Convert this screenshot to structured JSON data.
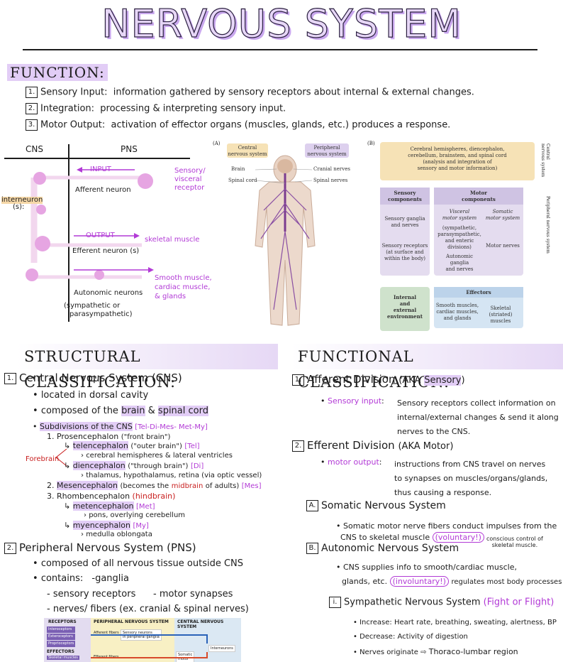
{
  "title": "NERVOUS SYSTEM",
  "function": {
    "heading": "FUNCTION:",
    "items": [
      {
        "num": "1.",
        "term": "Sensory Input",
        "desc": "information gathered by sensory receptors about internal & external changes."
      },
      {
        "num": "2.",
        "term": "Integration",
        "desc": "processing & interpreting sensory input."
      },
      {
        "num": "3.",
        "term": "Motor Output",
        "desc": "activation of effector organs (muscles, glands, etc.) produces a response."
      }
    ]
  },
  "cns_pns": {
    "cns": "CNS",
    "pns": "PNS",
    "interneuron": "interneuron",
    "interneuron_s": "(s):",
    "input": "INPUT",
    "sensory": "Sensory/",
    "visceral": "visceral",
    "receptor": "receptor",
    "afferent": "Afferent neuron",
    "output": "OUTPUT",
    "skeletal": "skeletal muscle",
    "efferent": "Efferent neuron (s)",
    "smooth1": "Smooth muscle,",
    "smooth2": "cardiac muscle,",
    "smooth3": "& glands",
    "auto1": "Autonomic neurons",
    "auto2": "(sympathetic or",
    "auto3": "parasympathetic)"
  },
  "figA": {
    "label": "(A)",
    "central1": "Central",
    "central2": "nervous system",
    "peripheral1": "Peripheral",
    "peripheral2": "nervous system",
    "brain": "Brain",
    "spinal_cord": "Spinal cord",
    "cranial": "Cranial nerves",
    "spinal_nerves": "Spinal nerves"
  },
  "figB": {
    "label": "(B)",
    "top1": "Cerebral hemispheres, diencephalon,",
    "top2": "cerebellum, brainstem, and spinal cord",
    "top3": "(analysis and integration of",
    "top4": "sensory and motor information)",
    "central_side": "Central nervous system",
    "peripheral_side": "Peripheral nervous system",
    "sensory_title1": "Sensory",
    "sensory_title2": "components",
    "sensory_g1": "Sensory ganglia",
    "sensory_g2": "and nerves",
    "sensory_r1": "Sensory receptors",
    "sensory_r2": "(at surface and",
    "sensory_r3": "within the body)",
    "motor_title1": "Motor",
    "motor_title2": "components",
    "visceral1": "Visceral",
    "visceral2": "motor system",
    "somatic1": "Somatic",
    "somatic2": "motor system",
    "v_sub1": "(sympathetic,",
    "v_sub2": "parasympathetic,",
    "v_sub3": "and enteric",
    "v_sub4": "divisions)",
    "auto1": "Autonomic",
    "auto2": "ganglia",
    "auto3": "and nerves",
    "motor_nerves": "Motor nerves",
    "internal1": "Internal",
    "internal2": "and",
    "internal3": "external",
    "internal4": "environment",
    "effectors": "Effectors",
    "eff1": "Smooth muscles,",
    "eff2": "cardiac muscles,",
    "eff3": "and glands",
    "eff4": "Skeletal (striated)",
    "eff5": "muscles"
  },
  "structural": {
    "heading": "STRUCTURAL CLASSIFICATION:",
    "cns_num": "1.",
    "cns_title": "Central Nervous System (CNS)",
    "b1": "located in dorsal cavity",
    "b2_pre": "composed of the",
    "b2_brain": "brain",
    "b2_amp": "&",
    "b2_cord": "spinal cord",
    "b3": "Subdivisions of the CNS",
    "b3_tag": "[Tel-Di-Mes- Met-My]",
    "p1": "1. Prosencephalon",
    "p1_note": "(\"front brain\")",
    "tel": "telencephalon",
    "tel_note": "(\"outer brain\")",
    "tel_tag": "[Tel]",
    "tel_sub": "cerebral hemispheres & lateral ventricles",
    "forebrain": "Forebrain",
    "di": "diencephalon",
    "di_note": "(\"through brain\")",
    "di_tag": "[Di]",
    "di_sub": "thalamus, hypothalamus, retina (via optic vessel)",
    "p2_pre": "2.",
    "p2": "Mesencephalon",
    "p2_note_a": "(becomes the",
    "p2_mid": "midbrain",
    "p2_note_b": "of adults)",
    "p2_tag": "[Mes]",
    "p3": "3. Rhombencephalon",
    "p3_hind": "(hindbrain)",
    "met": "metencephalon",
    "met_tag": "[Met]",
    "met_sub": "pons, overlying cerebellum",
    "my": "myencephalon",
    "my_tag": "[My]",
    "my_sub": "medulla oblongata",
    "pns_num": "2.",
    "pns_title": "Peripheral Nervous System (PNS)",
    "pb1": "composed of all nervous tissue outside CNS",
    "pb2": "contains:",
    "c1": "-ganglia",
    "c2": "- sensory receptors",
    "c3": "- motor synapses",
    "c4": "- nerves/ fibers (ex. cranial & spinal nerves)"
  },
  "mini_diagram": {
    "receptors": "RECEPTORS",
    "pns": "PERIPHERAL NERVOUS SYSTEM",
    "cns": "CENTRAL NERVOUS SYSTEM",
    "interoceptors": "Interoceptors",
    "exteroceptors": "Exteroceptors",
    "proprioceptors": "Proprioceptors",
    "afferent_fibers": "Afferent fibers",
    "sensory_neurons1": "Sensory neurons",
    "sensory_neurons2": "in peripheral ganglia",
    "interneurons": "Interneurons",
    "effectors": "EFFECTORS",
    "skeletal": "Skeletal muscles",
    "efferent_fibers": "Efferent fibers",
    "somatic": "Somatic",
    "motor": "motor"
  },
  "functional": {
    "heading": "FUNCTIONAL CLASSIFICATION:",
    "aff_num": "1.",
    "aff_title": "Afferent Division",
    "aff_aka": "(AKA",
    "aff_sensory": "Sensory",
    "aff_close": ")",
    "si_label": "Sensory input",
    "si_1": "Sensory receptors collect information on",
    "si_2": "internal/external changes & send it along",
    "si_3": "nerves to the CNS.",
    "eff_num": "2.",
    "eff_title": "Efferent Division",
    "eff_aka": "(AKA Motor)",
    "mo_label": "motor output",
    "mo_1": "instructions from CNS travel on nerves",
    "mo_2": "to synapses on muscles/organs/glands,",
    "mo_3": "thus causing a response.",
    "a_num": "A.",
    "a_title": "Somatic Nervous System",
    "a_1": "Somatic motor nerve fibers conduct impulses from the",
    "a_2": "CNS to skeletal muscle",
    "a_vol": "(voluntary!)",
    "a_note1": "conscious control of",
    "a_note2": "skeletal muscle.",
    "b_num": "B.",
    "b_title": "Autonomic Nervous System",
    "b_1": "CNS supplies info to smooth/cardiac muscle,",
    "b_2": "glands, etc.",
    "b_inv": "(involuntary!)",
    "b_note": "regulates most body processes",
    "i_num": "i.",
    "i_title": "Sympathetic Nervous System",
    "i_fight": "(Fight or Flight)",
    "i_1": "Increase: Heart rate, breathing, sweating, alertness, BP",
    "i_2": "Decrease: Activity of digestion",
    "i_3": "Nerves originate",
    "i_3b": "Thoraco-lumbar region"
  }
}
